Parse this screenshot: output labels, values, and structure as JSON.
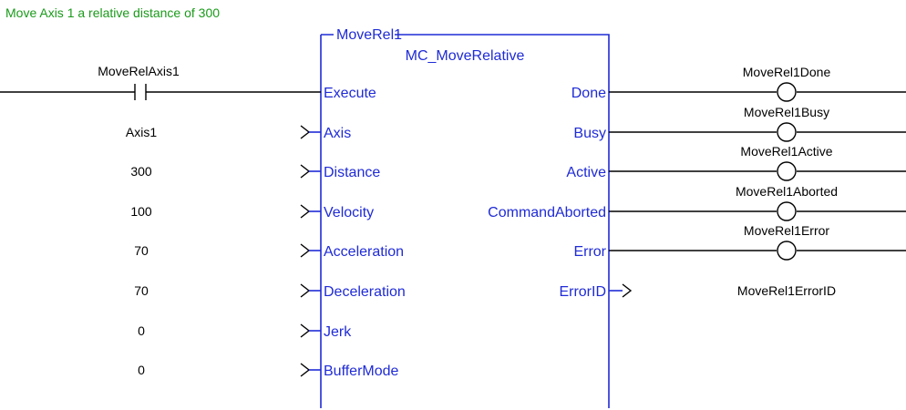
{
  "comment": "Move Axis 1 a relative distance of 300",
  "block": {
    "instance_name": "MoveRel1",
    "function_name": "MC_MoveRelative",
    "colors": {
      "block": "#1f2bd6",
      "comment": "#1a9a1a",
      "wire": "#000000"
    }
  },
  "inputs": [
    {
      "pin": "Execute",
      "variable": "MoveRelAxis1",
      "kind": "contact"
    },
    {
      "pin": "Axis",
      "variable": "Axis1",
      "kind": "value"
    },
    {
      "pin": "Distance",
      "variable": "300",
      "kind": "value"
    },
    {
      "pin": "Velocity",
      "variable": "100",
      "kind": "value"
    },
    {
      "pin": "Acceleration",
      "variable": "70",
      "kind": "value"
    },
    {
      "pin": "Deceleration",
      "variable": "70",
      "kind": "value"
    },
    {
      "pin": "Jerk",
      "variable": "0",
      "kind": "value"
    },
    {
      "pin": "BufferMode",
      "variable": "0",
      "kind": "value"
    }
  ],
  "outputs": [
    {
      "pin": "Done",
      "variable": "MoveRel1Done",
      "kind": "coil"
    },
    {
      "pin": "Busy",
      "variable": "MoveRel1Busy",
      "kind": "coil"
    },
    {
      "pin": "Active",
      "variable": "MoveRel1Active",
      "kind": "coil"
    },
    {
      "pin": "CommandAborted",
      "variable": "MoveRel1Aborted",
      "kind": "coil"
    },
    {
      "pin": "Error",
      "variable": "MoveRel1Error",
      "kind": "coil"
    },
    {
      "pin": "ErrorID",
      "variable": "MoveRel1ErrorID",
      "kind": "value"
    }
  ]
}
